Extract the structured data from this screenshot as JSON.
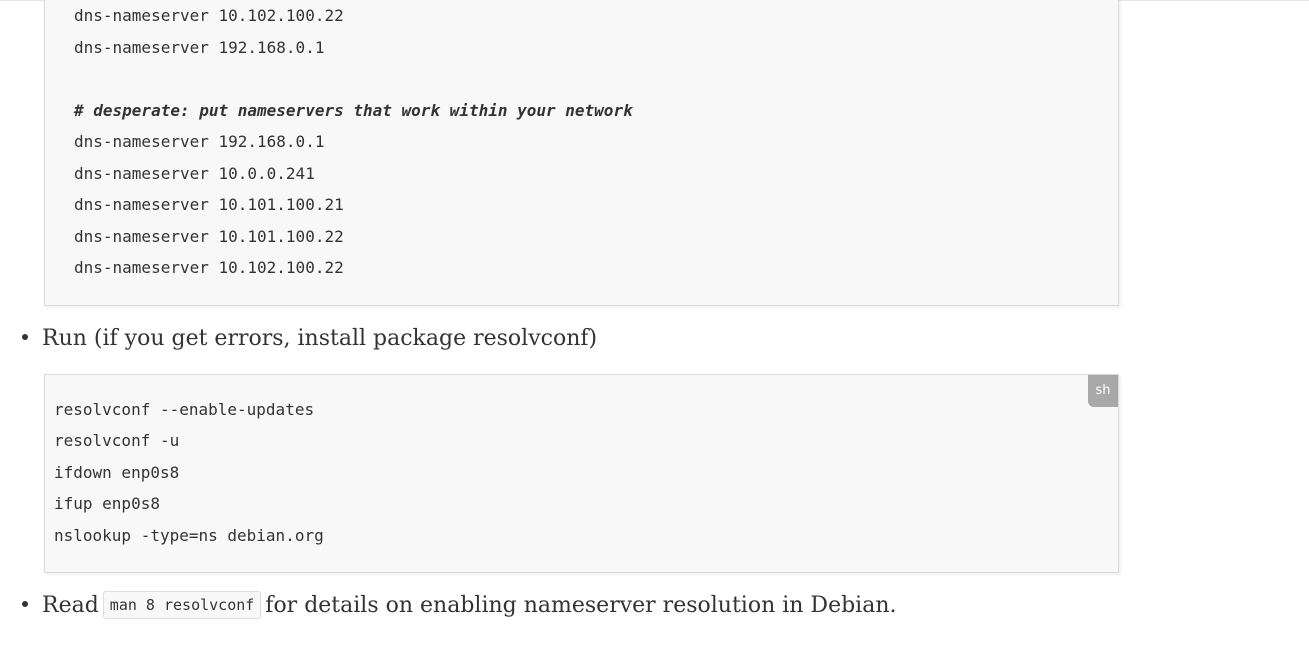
{
  "code_block_1": {
    "lines": [
      {
        "text": "dns-nameserver 10.102.100.22",
        "type": "code"
      },
      {
        "text": "dns-nameserver 192.168.0.1",
        "type": "code"
      },
      {
        "text": "",
        "type": "blank"
      },
      {
        "text": "# desperate: put nameservers that work within your network",
        "type": "comment"
      },
      {
        "text": "dns-nameserver 192.168.0.1",
        "type": "code"
      },
      {
        "text": "dns-nameserver 10.0.0.241",
        "type": "code"
      },
      {
        "text": "dns-nameserver 10.101.100.21",
        "type": "code"
      },
      {
        "text": "dns-nameserver 10.101.100.22",
        "type": "code"
      },
      {
        "text": "dns-nameserver 10.102.100.22",
        "type": "code"
      }
    ]
  },
  "bullet_run": {
    "text": "Run (if you get errors, install package resolvconf)"
  },
  "code_block_2": {
    "language_badge": "sh",
    "lines": [
      "resolvconf --enable-updates",
      "resolvconf -u",
      "ifdown enp0s8",
      "ifup enp0s8",
      "nslookup -type=ns debian.org"
    ]
  },
  "bullet_read": {
    "prefix": "Read",
    "code": "man 8 resolvconf",
    "suffix": "for details on enabling nameserver resolution in Debian."
  }
}
